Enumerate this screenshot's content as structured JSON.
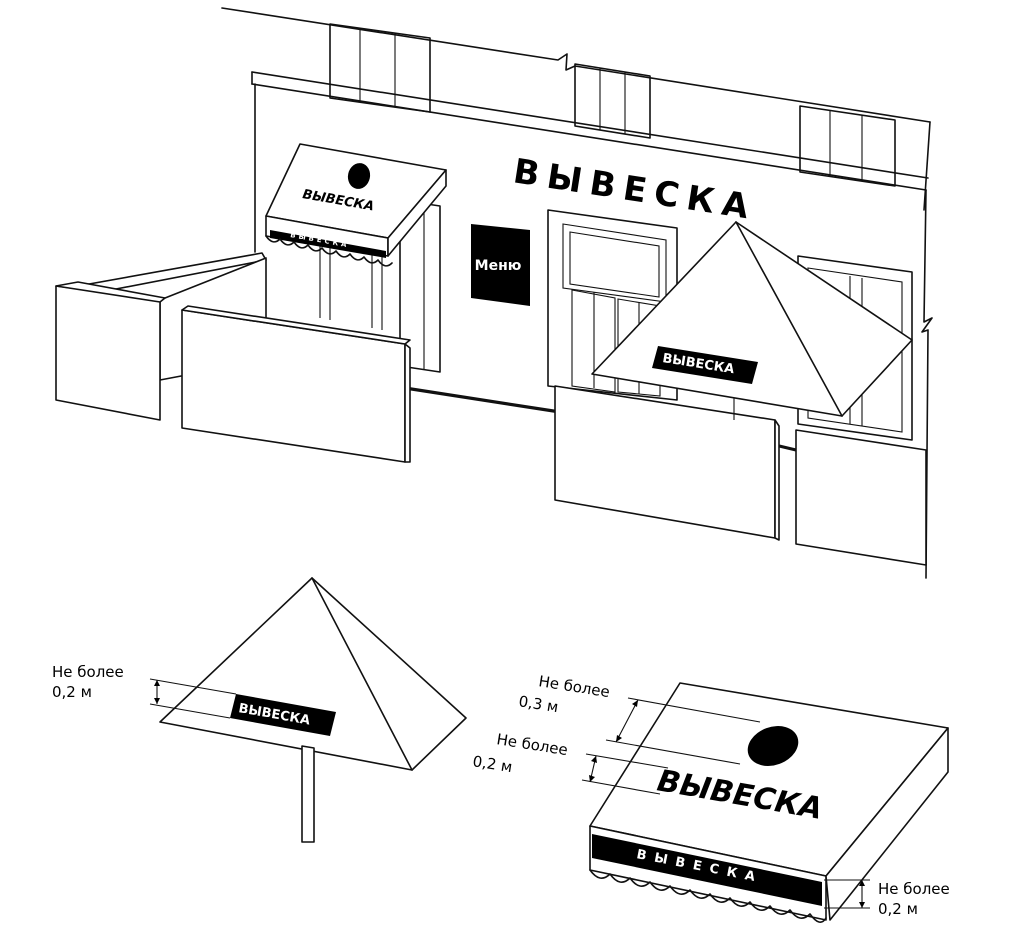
{
  "facade": {
    "main_sign": "ВЫВЕСКА",
    "awning_sign": "ВЫВЕСКА",
    "awning_band": "ВЫВЕСКА",
    "menu_board": "Меню",
    "umbrella_sign": "ВЫВЕСКА"
  },
  "detail_umbrella": {
    "sign": "ВЫВЕСКА",
    "dim_line1": "Не более",
    "dim_line2": "0,2 м"
  },
  "detail_awning": {
    "sign": "ВЫВЕСКА",
    "band": "ВЫВЕСКА",
    "dim_top_line1": "Не более",
    "dim_top_line2": "0,3 м",
    "dim_mid_line1": "Не более",
    "dim_mid_line2": "0,2 м",
    "dim_band_line1": "Не более",
    "dim_band_line2": "0,2 м"
  },
  "colors": {
    "ink": "#000000",
    "paper": "#ffffff"
  }
}
